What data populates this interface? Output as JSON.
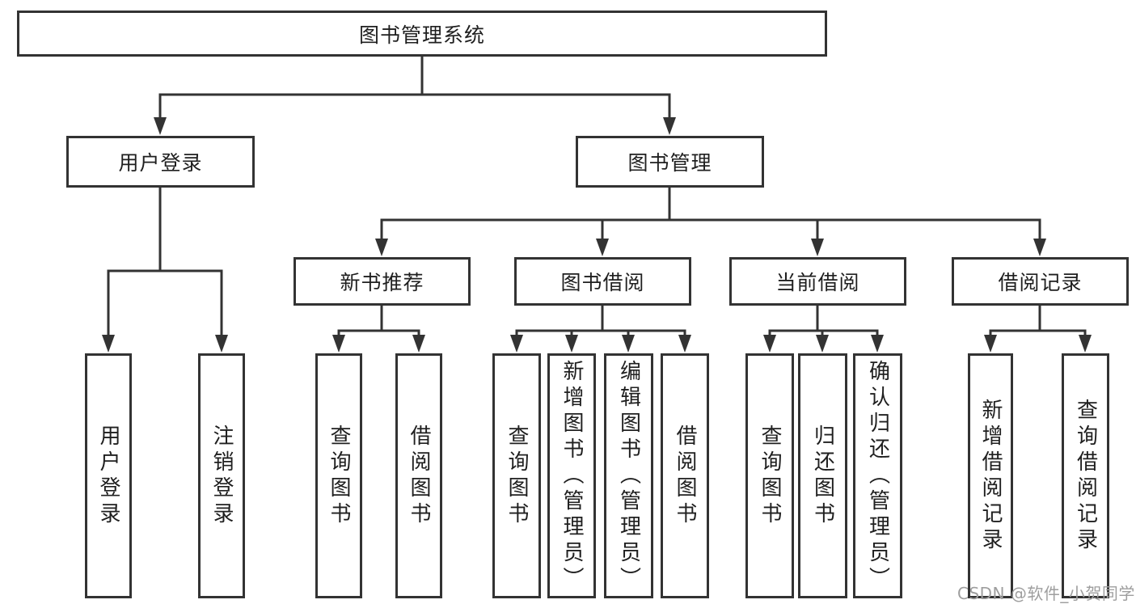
{
  "diagram": {
    "root": {
      "label": "图书管理系统",
      "children": [
        {
          "label": "用户登录",
          "children": [
            {
              "label": "用户登录"
            },
            {
              "label": "注销登录"
            }
          ]
        },
        {
          "label": "图书管理",
          "children": [
            {
              "label": "新书推荐",
              "children": [
                {
                  "label": "查询图书"
                },
                {
                  "label": "借阅图书"
                }
              ]
            },
            {
              "label": "图书借阅",
              "children": [
                {
                  "label": "查询图书"
                },
                {
                  "label": "新增图书（管理员）"
                },
                {
                  "label": "编辑图书（管理员）"
                },
                {
                  "label": "借阅图书"
                }
              ]
            },
            {
              "label": "当前借阅",
              "children": [
                {
                  "label": "查询图书"
                },
                {
                  "label": "归还图书"
                },
                {
                  "label": "确认归还（管理员）"
                }
              ]
            },
            {
              "label": "借阅记录",
              "children": [
                {
                  "label": "新增借阅记录"
                },
                {
                  "label": "查询借阅记录"
                }
              ]
            }
          ]
        }
      ]
    },
    "watermark": "CSDN @软件_小贺同学",
    "colors": {
      "line": "#333333",
      "text": "#1f1f1f",
      "watermark": "#9e9e9e",
      "background": "#ffffff"
    }
  }
}
